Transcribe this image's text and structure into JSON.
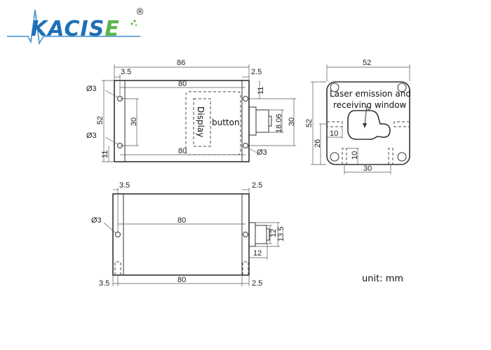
{
  "brand": {
    "name_main": "KACIS",
    "name_accent": "E",
    "registered_mark": "®",
    "colors": {
      "primary": "#1f6fb8",
      "accent": "#5bb54a"
    }
  },
  "unit_label": "unit:  mm",
  "top_view": {
    "overall_width": "86",
    "left_offset": "3.5",
    "right_offset": "2.5",
    "inner_width_top": "80",
    "inner_width_bottom": "80",
    "height": "52",
    "hole_spacing": "30",
    "hole_offset_bottom": "11",
    "hole_offset_top_right": "11",
    "hole_dia_tl": "Ø3",
    "hole_dia_bl": "Ø3",
    "hole_dia_br": "Ø3",
    "connector_height": "18.06",
    "right_hole_spacing": "30",
    "display_label": "Display",
    "button_label": "button"
  },
  "side_view": {
    "width": "52",
    "height": "52",
    "window_label_line1": "Laser emission and",
    "window_label_line2": "receiving window",
    "slot_width": "10",
    "slot_height_from_bottom": "26",
    "bottom_slot_depth": "10",
    "bottom_slot_spacing": "30"
  },
  "bottom_view": {
    "left_offset_top": "3.5",
    "right_offset_top": "2.5",
    "inner_width": "80",
    "hole_dia": "Ø3",
    "connector_dia": "12",
    "connector_outer": "13.5",
    "connector_length": "12",
    "left_offset_bottom": "3.5",
    "bottom_width": "80",
    "right_offset_bottom": "2.5"
  }
}
